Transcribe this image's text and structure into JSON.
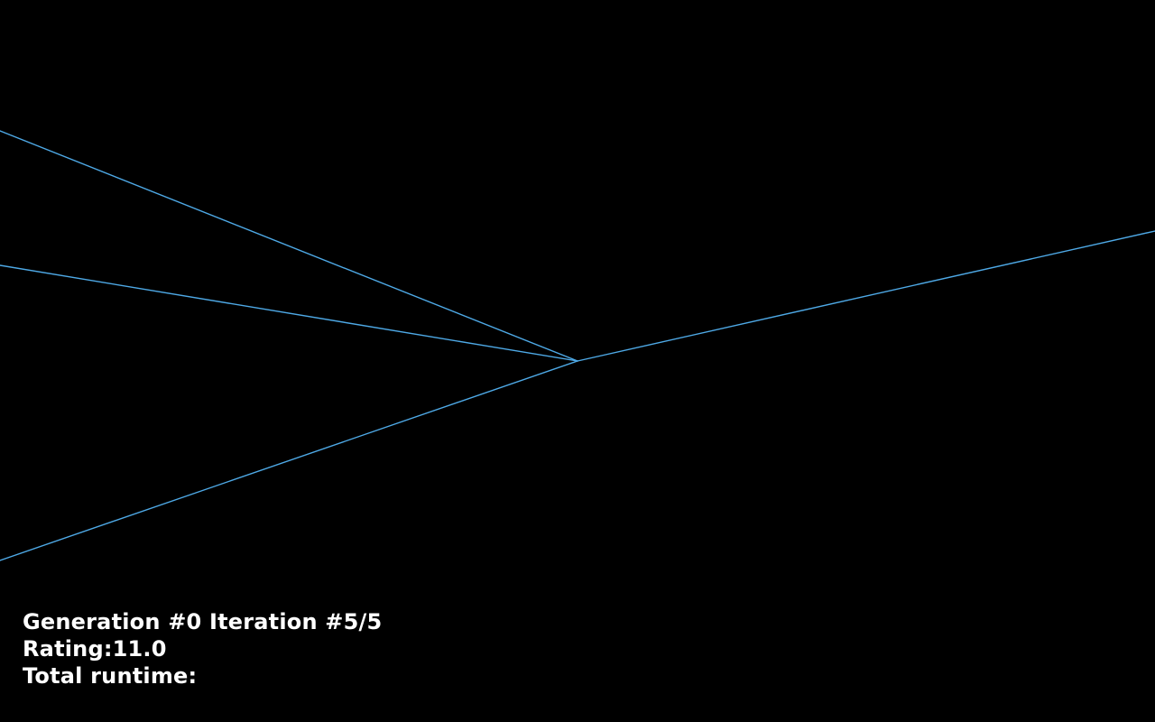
{
  "colors": {
    "background": "#000000",
    "ray": "#4ea9e6",
    "hud_text": "#ffffff"
  },
  "hud": {
    "generation_line": "Generation #0 Iteration #5/5",
    "rating_line": "Rating:11.0",
    "runtime_line": "Total runtime:"
  }
}
